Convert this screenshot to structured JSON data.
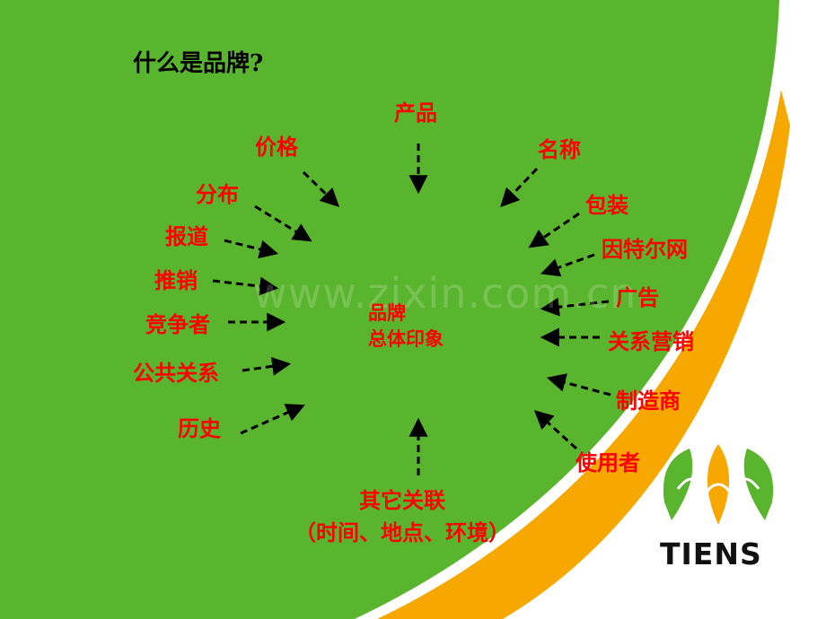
{
  "title": "什么是品牌?",
  "center": {
    "line1": "品牌",
    "line2": "总体印象"
  },
  "labels": {
    "product": "产品",
    "price": "价格",
    "name": "名称",
    "distribution": "分布",
    "packaging": "包装",
    "reports": "报道",
    "tiens_net": "因特尔网",
    "promotion": "推销",
    "advertising": "广告",
    "competitor": "竞争者",
    "relationship_marketing": "关系营销",
    "public_relations": "公共关系",
    "manufacturer": "制造商",
    "history": "历史",
    "user": "使用者",
    "other_line1": "其它关联",
    "other_line2": "（时间、地点、环境）"
  },
  "watermark": "www.zixin.com.cn",
  "logo": {
    "text": "TIENS"
  },
  "colors": {
    "green": "#5ab52e",
    "orange": "#f6a800",
    "label": "#ff0000",
    "arrow": "#000000"
  }
}
